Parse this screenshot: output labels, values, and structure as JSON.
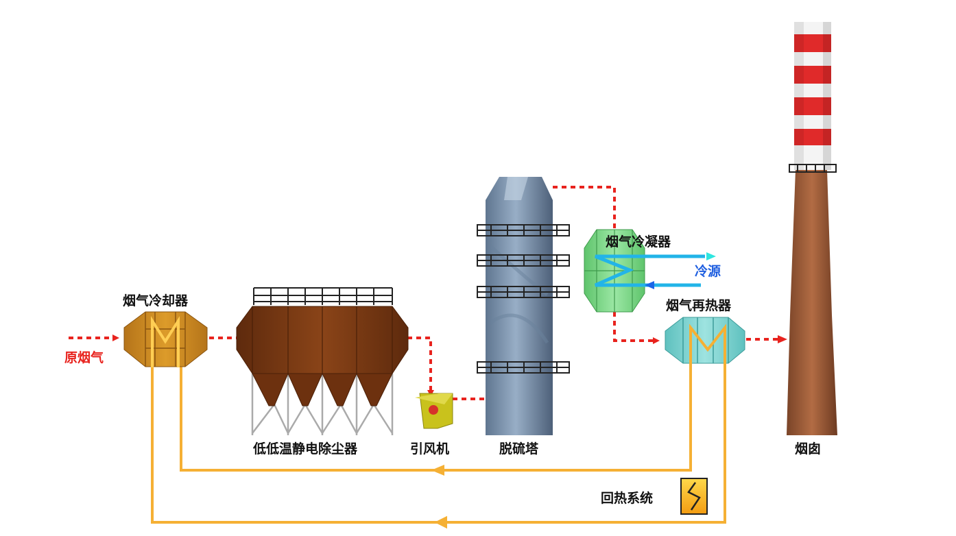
{
  "labels": {
    "raw_flue_gas": "原烟气",
    "flue_gas_cooler": "烟气冷却器",
    "esp": "低低温静电除尘器",
    "id_fan": "引风机",
    "desulfurization_tower": "脱硫塔",
    "flue_gas_condenser": "烟气冷凝器",
    "cold_source": "冷源",
    "flue_gas_reheater": "烟气再热器",
    "chimney": "烟囱",
    "heat_recovery_system": "回热系统"
  },
  "colors": {
    "flue_gas_flow": "#e8231e",
    "heat_medium_loop": "#f5b034",
    "cold_source_text": "#1f5fe0",
    "raw_gas_text": "#e8231e",
    "cooler_body": "#c8871c",
    "esp_body": "#7a3a12",
    "fan_body": "#c9c21c",
    "tower_body": "#7d93ad",
    "condenser_body": "#7ed88b",
    "reheater_body": "#7fd4d2",
    "chimney_body": "#9b5a35",
    "chimney_bands": "#e02a2a"
  }
}
